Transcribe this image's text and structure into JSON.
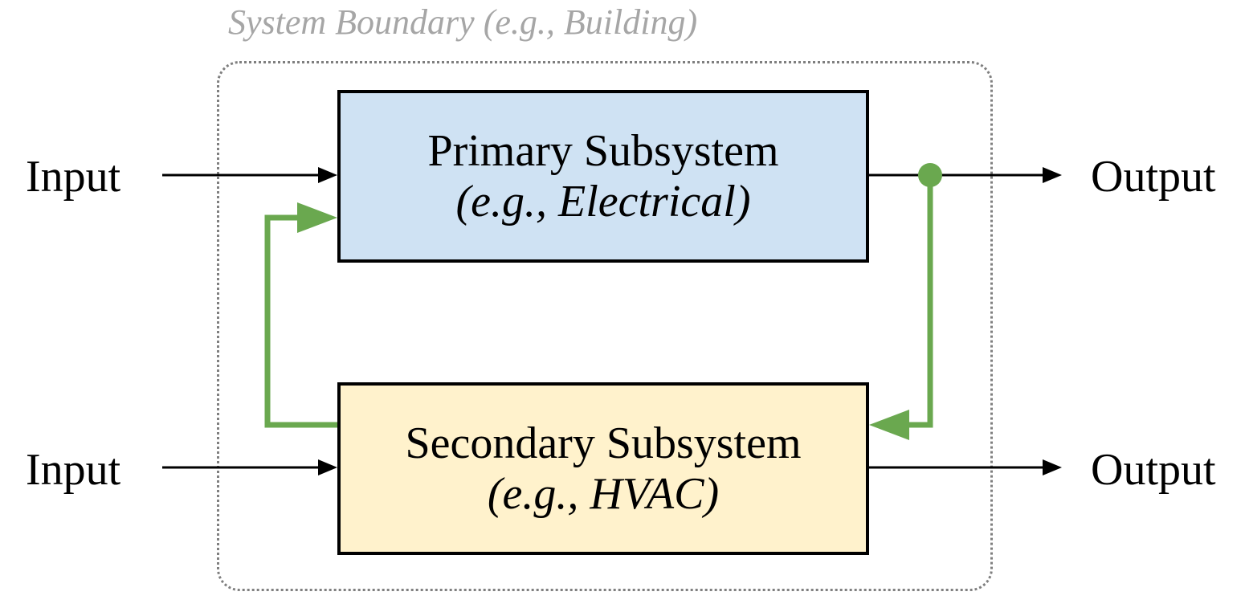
{
  "boundary": {
    "label": "System Boundary (e.g., Building)"
  },
  "primary": {
    "title": "Primary Subsystem",
    "subtitle": "(e.g., Electrical)",
    "color": "#cfe2f3"
  },
  "secondary": {
    "title": "Secondary Subsystem",
    "subtitle": "(e.g., HVAC)",
    "color": "#fff2cc"
  },
  "io": {
    "primary_input": "Input",
    "primary_output": "Output",
    "secondary_input": "Input",
    "secondary_output": "Output"
  },
  "colors": {
    "coupling": "#6aa84f",
    "boundary": "#7f7f7f",
    "boundary_label": "#a6a6a6",
    "line": "#000000"
  }
}
